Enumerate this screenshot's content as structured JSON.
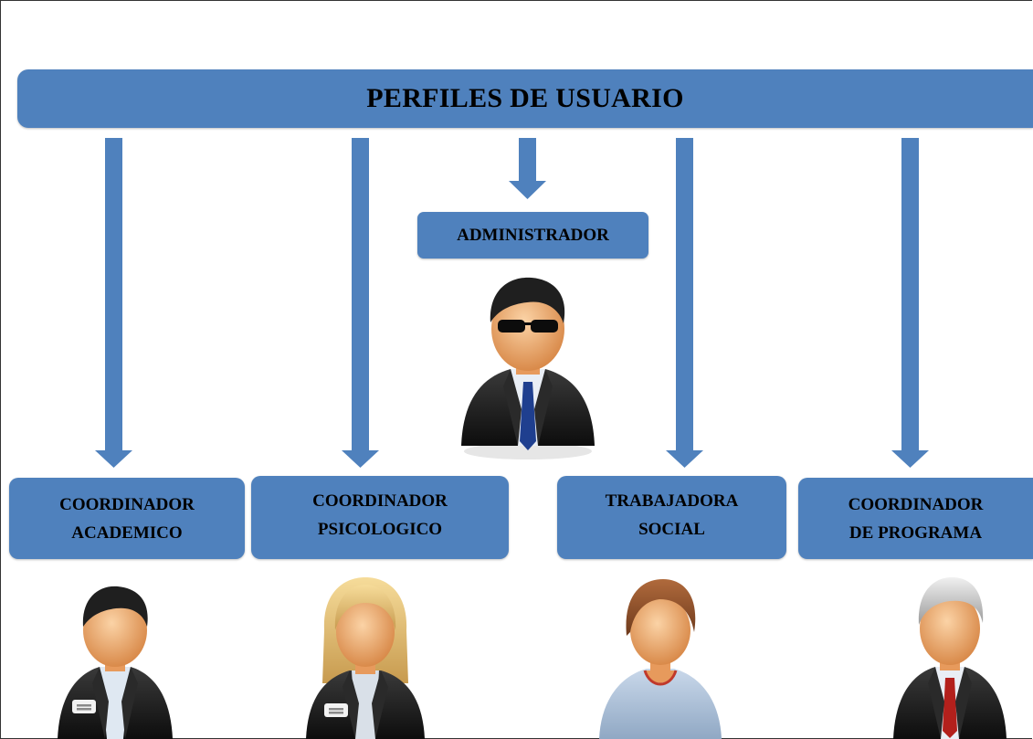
{
  "diagram": {
    "title": "PERFILES DE USUARIO",
    "roles": {
      "administrador": "ADMINISTRADOR",
      "coordinador_academico": {
        "line1": "COORDINADOR",
        "line2": "ACADEMICO"
      },
      "coordinador_psicologico": {
        "line1": "COORDINADOR",
        "line2": "PSICOLOGICO"
      },
      "trabajadora_social": {
        "line1": "TRABAJADORA",
        "line2": "SOCIAL"
      },
      "coordinador_programa": {
        "line1": "COORDINADOR",
        "line2": "DE PROGRAMA"
      }
    },
    "colors": {
      "box": "#4f81bd",
      "arrow": "#4f81bd",
      "suit": "#1c1c1c",
      "skin": "#f3b57a"
    },
    "icons": [
      "admin-avatar-icon",
      "academic-coordinator-avatar-icon",
      "psychology-coordinator-avatar-icon",
      "social-worker-avatar-icon",
      "program-coordinator-avatar-icon"
    ]
  }
}
